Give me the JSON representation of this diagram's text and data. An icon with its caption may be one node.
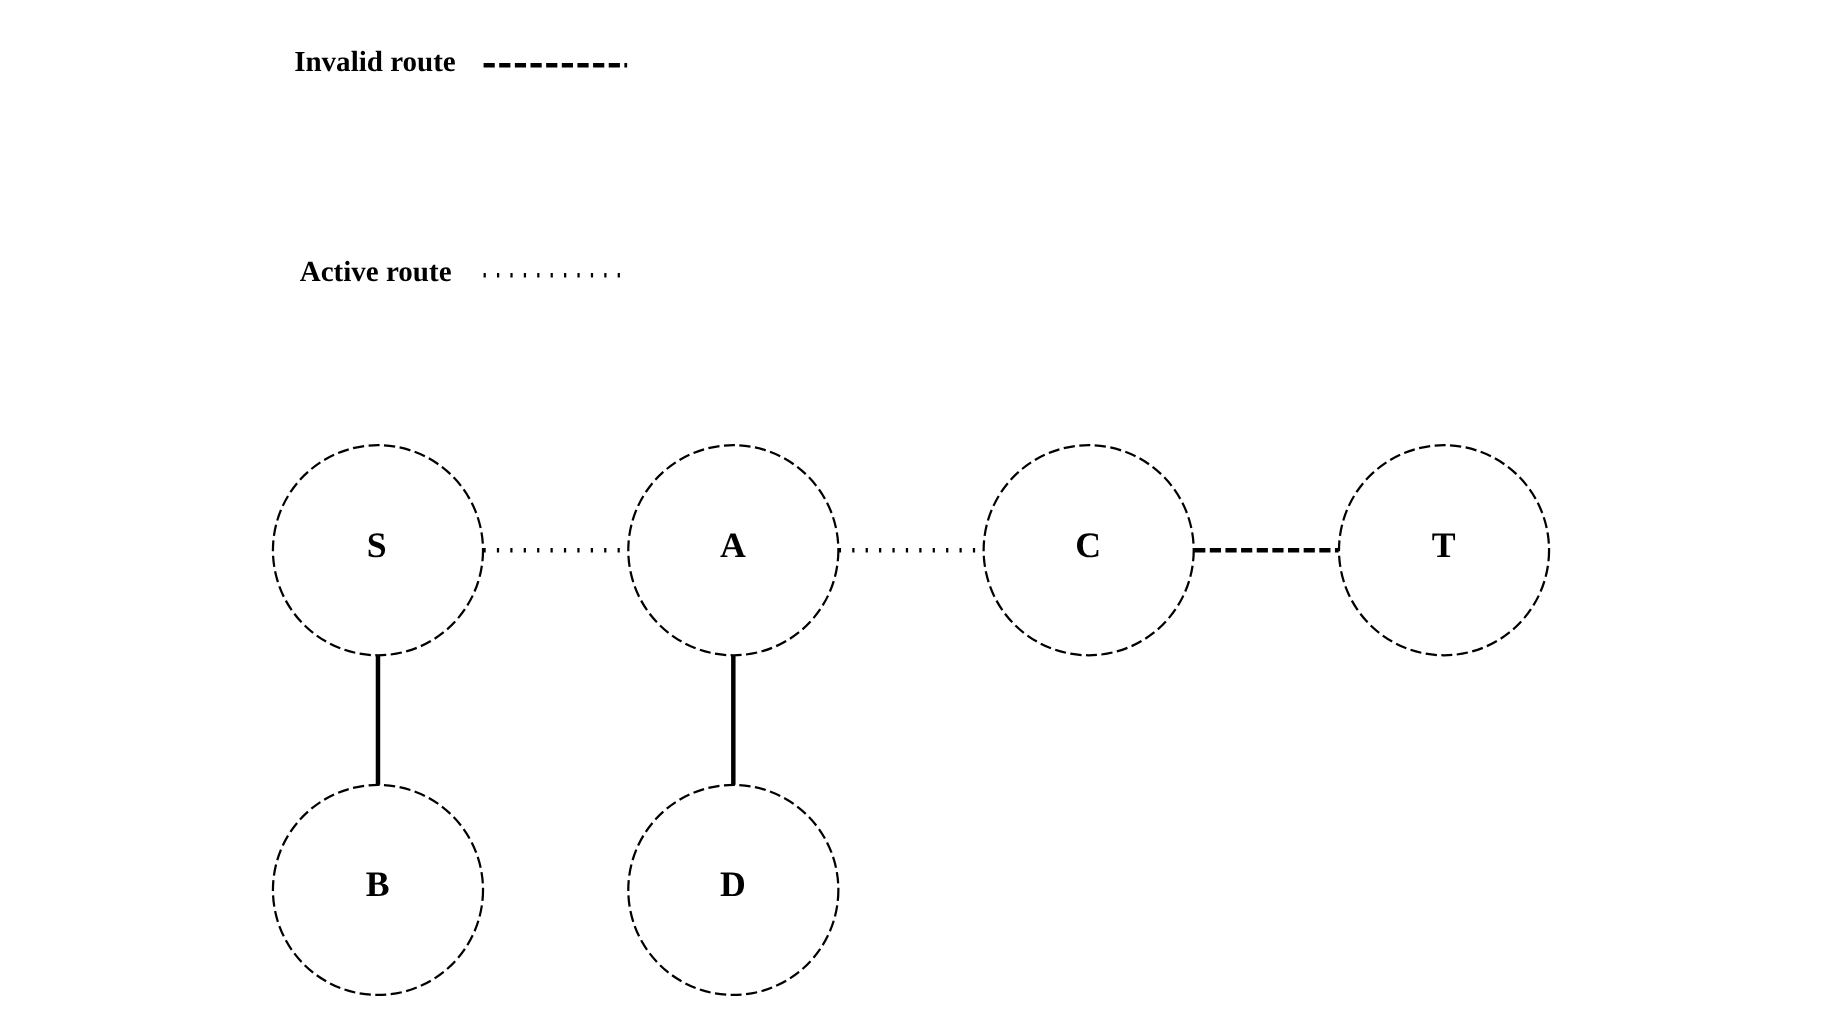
{
  "diagram": {
    "nodes": [
      {
        "text": [
          "S"
        ]
      },
      {
        "text": [
          "A"
        ]
      },
      {
        "text": [
          "C"
        ]
      },
      {
        "text": [
          "T"
        ]
      },
      {
        "text": [
          "B"
        ]
      },
      {
        "text": [
          "D"
        ]
      }
    ],
    "edges": [
      {
        "from": 0,
        "to": 1,
        "arrow": "none",
        "style": "dashed"
      },
      {
        "from": 1,
        "to": 2,
        "arrow": "none",
        "style": "dashed"
      },
      {
        "from": 2,
        "to": 3,
        "arrow": "none",
        "style": "dashed"
      },
      {
        "from": 0,
        "to": 4,
        "arrow": "none"
      },
      {
        "from": 1,
        "to": 5,
        "arrow": "none"
      }
    ],
    "legend": [
      {
        "text": "Invalid route"
      },
      {
        "text": "Active route"
      }
    ]
  }
}
